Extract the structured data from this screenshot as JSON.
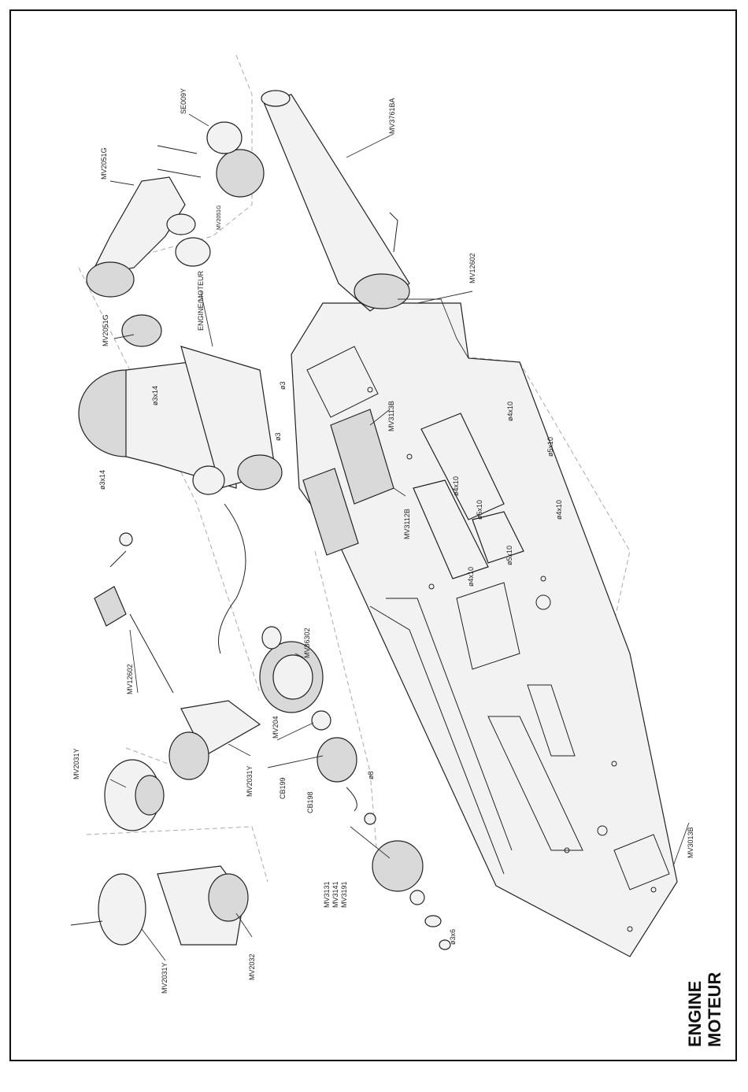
{
  "title": {
    "line1": "ENGINE",
    "line2": "MOTEUR"
  },
  "labels": {
    "se009y": "SE009Y",
    "mv3761ba": "MV3761BA",
    "mv2051g_top": "MV2051G",
    "mv2051g_small": "MV2051G",
    "mv2051g_left": "MV2051G",
    "engine_moteur": "ENGINE/MOTEUR",
    "mv12602_top": "MV12602",
    "o3x14_a": "ø3x14",
    "o3_a": "ø3",
    "o3_b": "ø3",
    "mv3113b": "MV3113B",
    "o4x10_a": "ø4x10",
    "o5x10_a": "ø5x10",
    "o4x10_b": "ø4x10",
    "o5x10_b": "ø5x10",
    "o4x10_c": "ø4x10",
    "o5x10_c": "ø5x10",
    "o4x10_d": "ø4x10",
    "o3x14_b": "ø3x14",
    "mv3112b": "MV3112B",
    "mv12602_left": "MV12602",
    "mv36302": "MV36302",
    "mv204": "MV204",
    "mv2031y_mid": "MV2031Y",
    "mv2031y_left": "MV2031Y",
    "cb199": "CB199",
    "cb198": "CB198",
    "o8": "ø8",
    "mv3131": "MV3131",
    "mv3141": "MV3141",
    "mv3191": "MV3191",
    "o3x6": "ø3x6",
    "mv2032": "MV2032",
    "mv2031y_bottom": "MV2031Y",
    "mv3013b": "MV3013B"
  }
}
